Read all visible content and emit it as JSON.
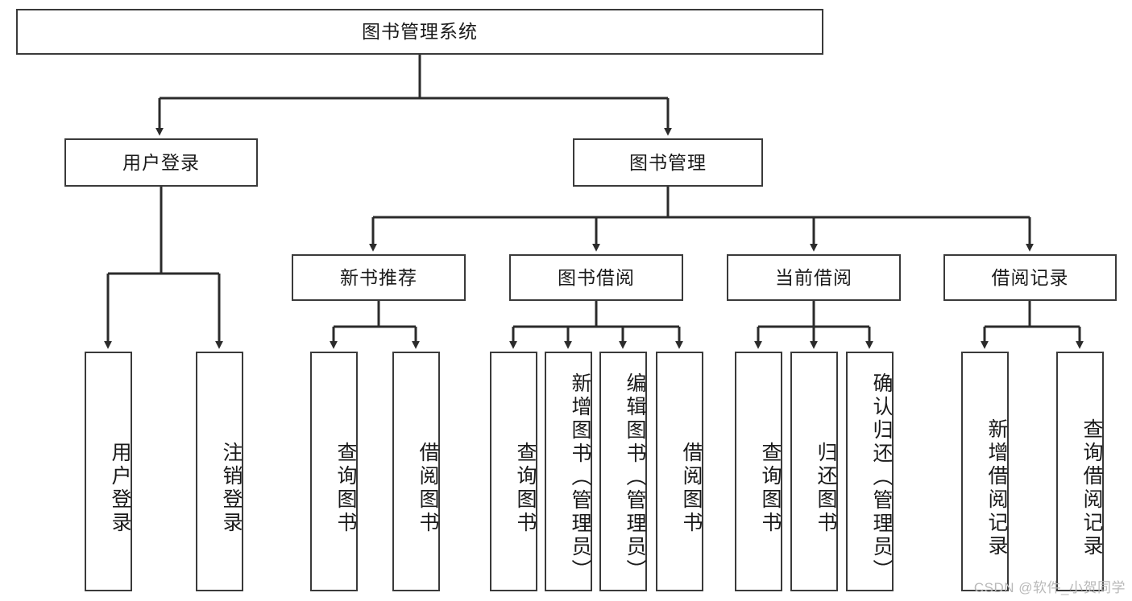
{
  "diagram": {
    "type": "tree-hierarchy-chart",
    "title": "图书管理系统",
    "watermark": "CSDN @软件_小贺同学",
    "colors": {
      "box_border": "#3a3a3a",
      "box_fill": "#ffffff",
      "connector": "#2b2b2b",
      "text": "#1a1a1a",
      "watermark": "#b9b9b9"
    },
    "levels": {
      "root": {
        "label": "图书管理系统"
      },
      "level2": [
        {
          "label": "用户登录"
        },
        {
          "label": "图书管理"
        }
      ],
      "level3": [
        {
          "label": "新书推荐"
        },
        {
          "label": "图书借阅"
        },
        {
          "label": "当前借阅"
        },
        {
          "label": "借阅记录"
        }
      ],
      "leaves": {
        "user_login": [
          {
            "label": "用户登录"
          },
          {
            "label": "注销登录"
          }
        ],
        "new_book_recommend": [
          {
            "label": "查询图书"
          },
          {
            "label": "借阅图书"
          }
        ],
        "book_borrow": [
          {
            "label": "查询图书"
          },
          {
            "label": "新增图书（管理员）"
          },
          {
            "label": "编辑图书（管理员）"
          },
          {
            "label": "借阅图书"
          }
        ],
        "current_borrow": [
          {
            "label": "查询图书"
          },
          {
            "label": "归还图书"
          },
          {
            "label": "确认归还（管理员）"
          }
        ],
        "borrow_record": [
          {
            "label": "新增借阅记录"
          },
          {
            "label": "查询借阅记录"
          }
        ]
      }
    }
  }
}
